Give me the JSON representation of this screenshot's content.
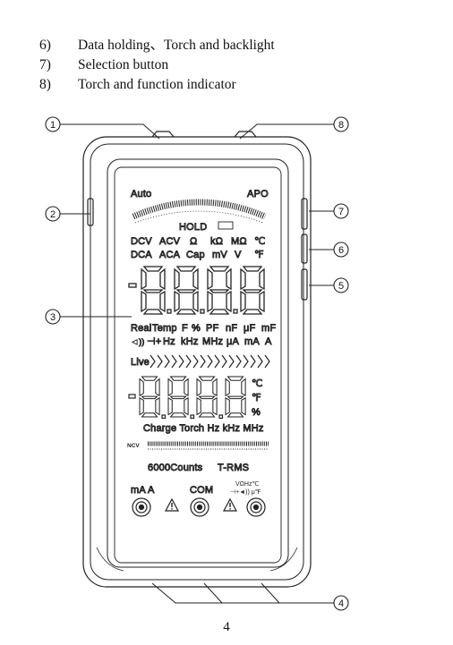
{
  "list_items": [
    {
      "num": "6)",
      "text": "Data holding、Torch and backlight"
    },
    {
      "num": "7)",
      "text": "Selection button"
    },
    {
      "num": "8)",
      "text": "Torch and function indicator"
    }
  ],
  "callouts": [
    "1",
    "2",
    "3",
    "4",
    "5",
    "6",
    "7",
    "8"
  ],
  "display": {
    "auto": "Auto",
    "apo": "APO",
    "hold": "HOLD",
    "row1": [
      "DCV",
      "ACV",
      "Ω",
      "kΩ",
      "MΩ",
      "℃"
    ],
    "row2": [
      "DCA",
      "ACA",
      "Cap",
      "mV",
      "V",
      "℉"
    ],
    "row3": [
      "Real",
      "Temp",
      "F",
      "%",
      "PF",
      "nF",
      "μF",
      "mF"
    ],
    "row4": [
      "◄))",
      "⊣+",
      "Hz",
      "kHz",
      "MHz",
      "μA",
      "mA",
      "A"
    ],
    "live": "Live",
    "unit_c": "℃",
    "unit_f": "℉",
    "unit_pct": "%",
    "bottom_units": "Charge  Torch  Hz  kHz  MHz",
    "ncv": "NCV",
    "counts": "6000Counts",
    "trms": "T-RMS"
  },
  "terminals": {
    "ma_a": "mA A",
    "com": "COM",
    "right_top": "VΩHz℃",
    "right_bottom": "⊣+◄)) μ℉"
  },
  "page_number": "4"
}
